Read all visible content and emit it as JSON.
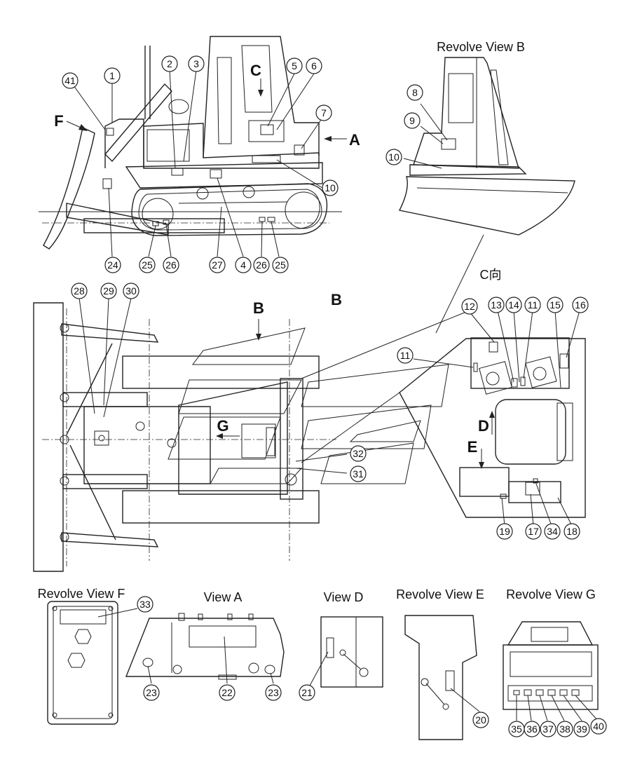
{
  "view_titles": {
    "revolve_b": "Revolve View B",
    "c_dir": "C向",
    "revolve_f": "Revolve View F",
    "view_a": "View A",
    "view_d": "View D",
    "revolve_e": "Revolve View E",
    "revolve_g": "Revolve View G"
  },
  "arrow_letters": {
    "a": "A",
    "b_top": "B",
    "b_line": "B",
    "c": "C",
    "d": "D",
    "e": "E",
    "f": "F",
    "g": "G"
  },
  "callouts": [
    "41",
    "1",
    "2",
    "3",
    "5",
    "6",
    "7",
    "10",
    "24",
    "25",
    "26",
    "27",
    "4",
    "26",
    "25",
    "8",
    "9",
    "10",
    "28",
    "29",
    "30",
    "12",
    "13",
    "14",
    "11",
    "15",
    "16",
    "11",
    "32",
    "31",
    "19",
    "17",
    "34",
    "18",
    "33",
    "23",
    "22",
    "23",
    "21",
    "20",
    "35",
    "36",
    "37",
    "38",
    "39",
    "40"
  ],
  "colors": {
    "line": "#222222",
    "background": "#ffffff"
  }
}
